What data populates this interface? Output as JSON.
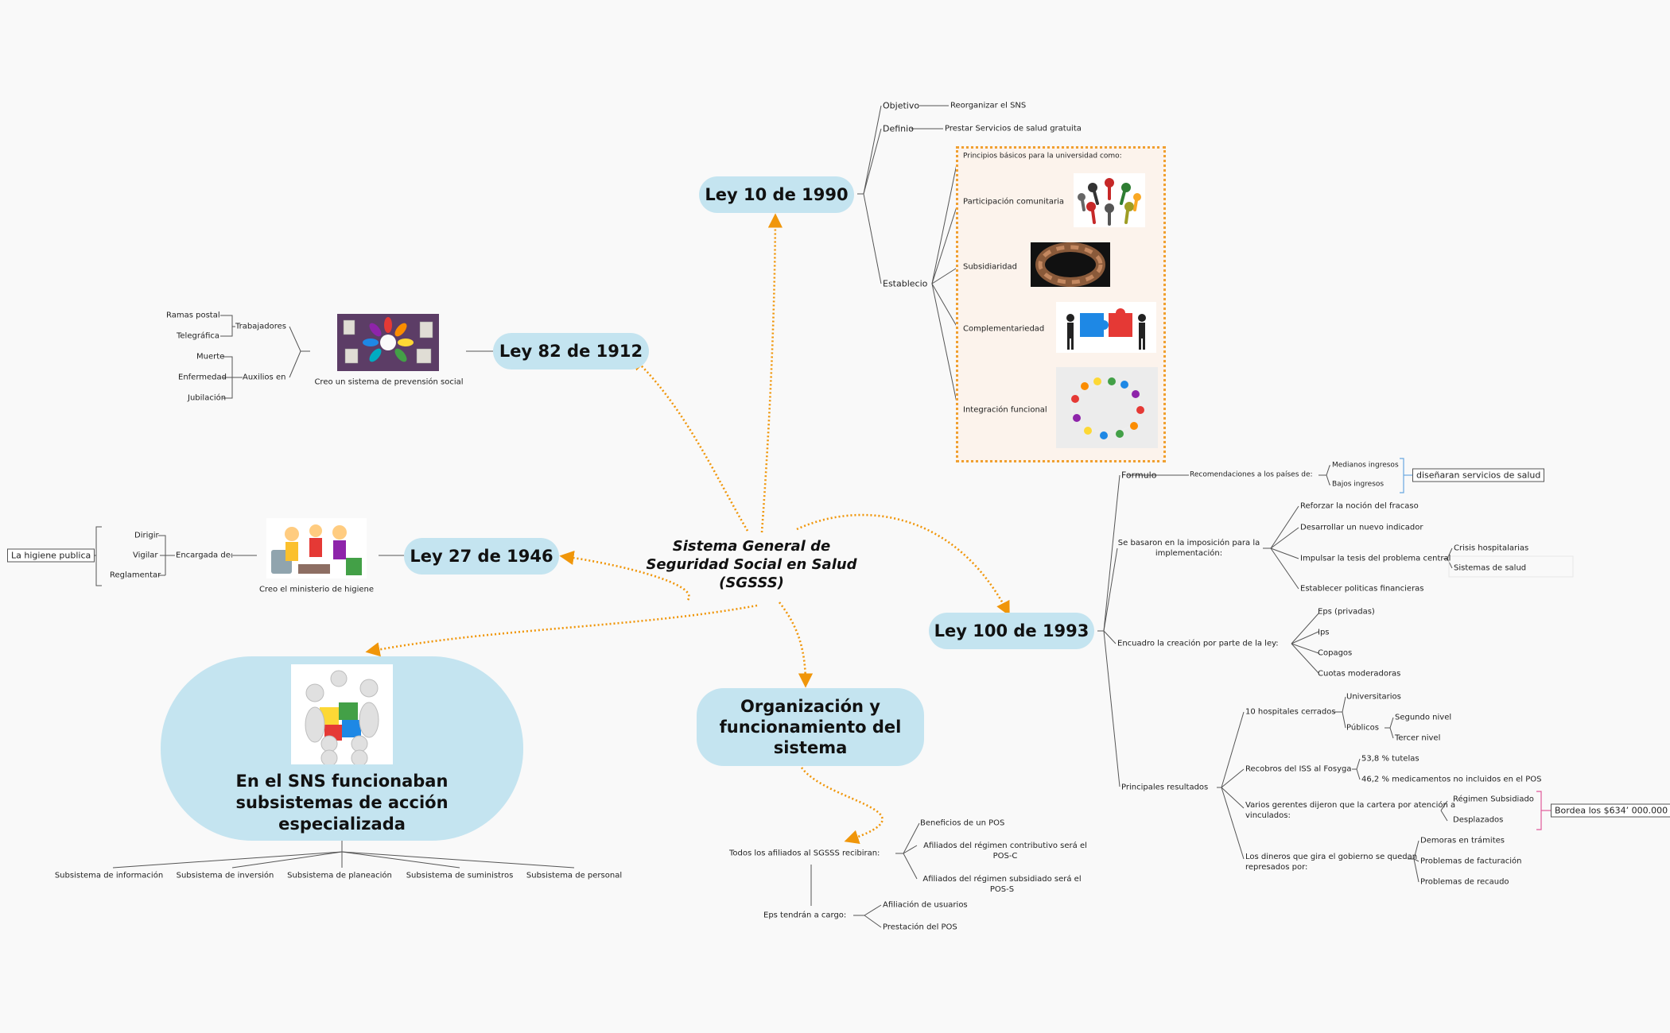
{
  "colors": {
    "topic_fill": "#c4e4f0",
    "arrow": "#f0960a",
    "line": "#555555",
    "dotted_box": "#f0a030",
    "dotted_box_fill": "#fcf3ec",
    "bracket_blue": "#6aa8e0",
    "bracket_pink": "#e05a9a"
  },
  "central": {
    "line1": "Sistema General de",
    "line2": "Seguridad Social en Salud",
    "line3": "(SGSSS)"
  },
  "ley10": {
    "title": "Ley 10 de 1990",
    "objetivo": "Objetivo",
    "objetivo_val": "Reorganizar el SNS",
    "definio": "Definio",
    "definio_val": "Prestar Servicios de salud gratuita",
    "establecio": "Establecio",
    "principios": "Principios básicos para la universidad como:",
    "participacion": "Participación comunitaria",
    "subsidiaridad": "Subsidiaridad",
    "complementariedad": "Complementariedad",
    "integracion": "Integración funcional",
    "icons": [
      "people-circle-icon",
      "hands-circle-icon",
      "puzzle-people-icon",
      "children-circle-icon"
    ]
  },
  "ley82": {
    "title": "Ley 82 de 1912",
    "creo": "Creo un sistema de prevensión social",
    "trabajadores": "Trabajadores",
    "ramas_postal": "Ramas postal",
    "telegrafica": "Telegráfica",
    "auxilios": "Auxilios en",
    "muerte": "Muerte",
    "enfermedad": "Enfermedad",
    "jubilacion": "Jubilación",
    "icon": "colorful-hand-icon"
  },
  "ley27": {
    "title": "Ley 27 de 1946",
    "creo": "Creo el ministerio de higiene",
    "encargada": "Encargada de:",
    "dirigir": "Dirigir",
    "vigilar": "Vigilar",
    "reglamentar": "Reglamentar",
    "higiene": "La higiene publica",
    "icon": "kids-cleaning-icon"
  },
  "sns": {
    "title_line1": "En el SNS funcionaban",
    "title_line2": "subsistemas de acción",
    "title_line3": "especializada",
    "subs": [
      "Subsistema de información",
      "Subsistema de inversión",
      "Subsistema de planeación",
      "Subsistema de suministros",
      "Subsistema de personal"
    ],
    "icon": "puzzle-team-icon"
  },
  "org": {
    "title_line1": "Organización y",
    "title_line2": "funcionamiento del",
    "title_line3": "sistema",
    "todos": "Todos los afiliados al SGSSS recibiran:",
    "beneficios": "Beneficios de un POS",
    "contributivo_1": "Afiliados del régimen contributivo será el",
    "contributivo_2": "POS-C",
    "subsidiado_1": "Afiliados del régimen subsidiado será el",
    "subsidiado_2": "POS-S",
    "eps": "Eps tendrán a cargo:",
    "afiliacion": "Afiliación de usuarios",
    "prestacion": "Prestación del POS"
  },
  "ley100": {
    "title": "Ley 100 de 1993",
    "formulo": "Formulo",
    "recomendaciones": "Recomendaciones a los países de:",
    "medianos": "Medianos ingresos",
    "bajos": "Bajos ingresos",
    "disenaran": "diseñaran servicios de salud",
    "basaron_1": "Se basaron en la imposición para la",
    "basaron_2": "implementación:",
    "reforzar": "Reforzar la noción del fracaso",
    "desarrollar": "Desarrollar un nuevo indicador",
    "impulsar": "Impulsar la tesis del problema central",
    "crisis": "Crisis hospitalarias",
    "sistemas": "Sistemas de salud",
    "establecer": "Establecer politicas financieras",
    "encuadro": "Encuadro la creación por parte de la ley:",
    "eps": "Eps (privadas)",
    "ips": "Ips",
    "copagos": "Copagos",
    "cuotas": "Cuotas moderadoras",
    "principales": "Principales resultados",
    "hospitales": "10 hospitales cerrados",
    "universitarios": "Universitarios",
    "publicos": "Públicos",
    "segundo": "Segundo nivel",
    "tercer": "Tercer nivel",
    "recobros": "Recobros del ISS al Fosyga",
    "tutelas": "53,8 % tutelas",
    "medicamentos": "46,2 % medicamentos no incluidos en el POS",
    "gerentes_1": "Varios gerentes dijeron que la cartera por atención a",
    "gerentes_2": "vinculados:",
    "regimen": "Régimen Subsidiado",
    "desplazados": "Desplazados",
    "bordea": "Bordea los $634’   000.000",
    "dineros_1": "Los dineros que gira el gobierno se quedan",
    "dineros_2": "represados por:",
    "demoras": "Demoras en trámites",
    "facturacion": "Problemas de facturación",
    "recaudo": "Problemas de recaudo"
  }
}
